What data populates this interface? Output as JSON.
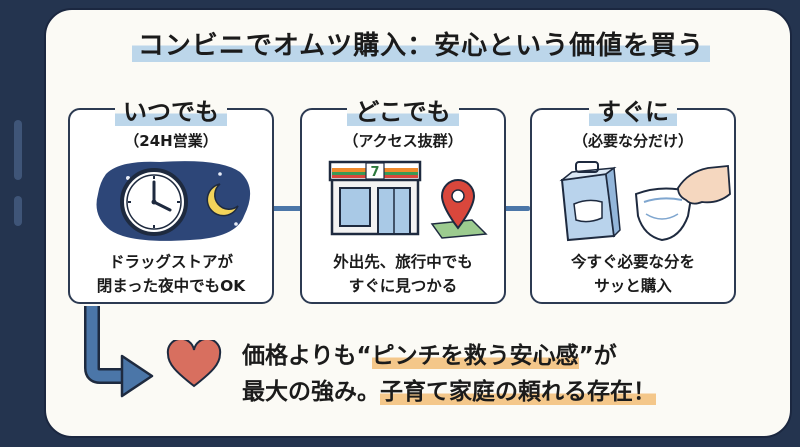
{
  "title": "コンビニでオムツ購入：安心という価値を買う",
  "cards": [
    {
      "title": "いつでも",
      "subtitle": "（24H営業）",
      "desc_line1": "ドラッグストアが",
      "desc_line2": "閉まった夜中でもOK"
    },
    {
      "title": "どこでも",
      "subtitle": "（アクセス抜群）",
      "desc_line1": "外出先、旅行中でも",
      "desc_line2": "すぐに見つかる"
    },
    {
      "title": "すぐに",
      "subtitle": "（必要な分だけ）",
      "desc_line1": "今すぐ必要な分を",
      "desc_line2": "サッと購入"
    }
  ],
  "store_sign": "7",
  "bottom": {
    "line1_pre": "価格よりも“",
    "line1_highlight": "ピンチを救う安心感",
    "line1_post": "”が",
    "line2_pre": "最大の強み。",
    "line2_highlight": "子育て家庭の頼れる存在！"
  },
  "colors": {
    "frame": "#24344f",
    "accent_blue": "#4b76a8",
    "highlight_blue": "#bcd6ea",
    "highlight_orange": "#f4c78a",
    "heart": "#d86f5f"
  }
}
